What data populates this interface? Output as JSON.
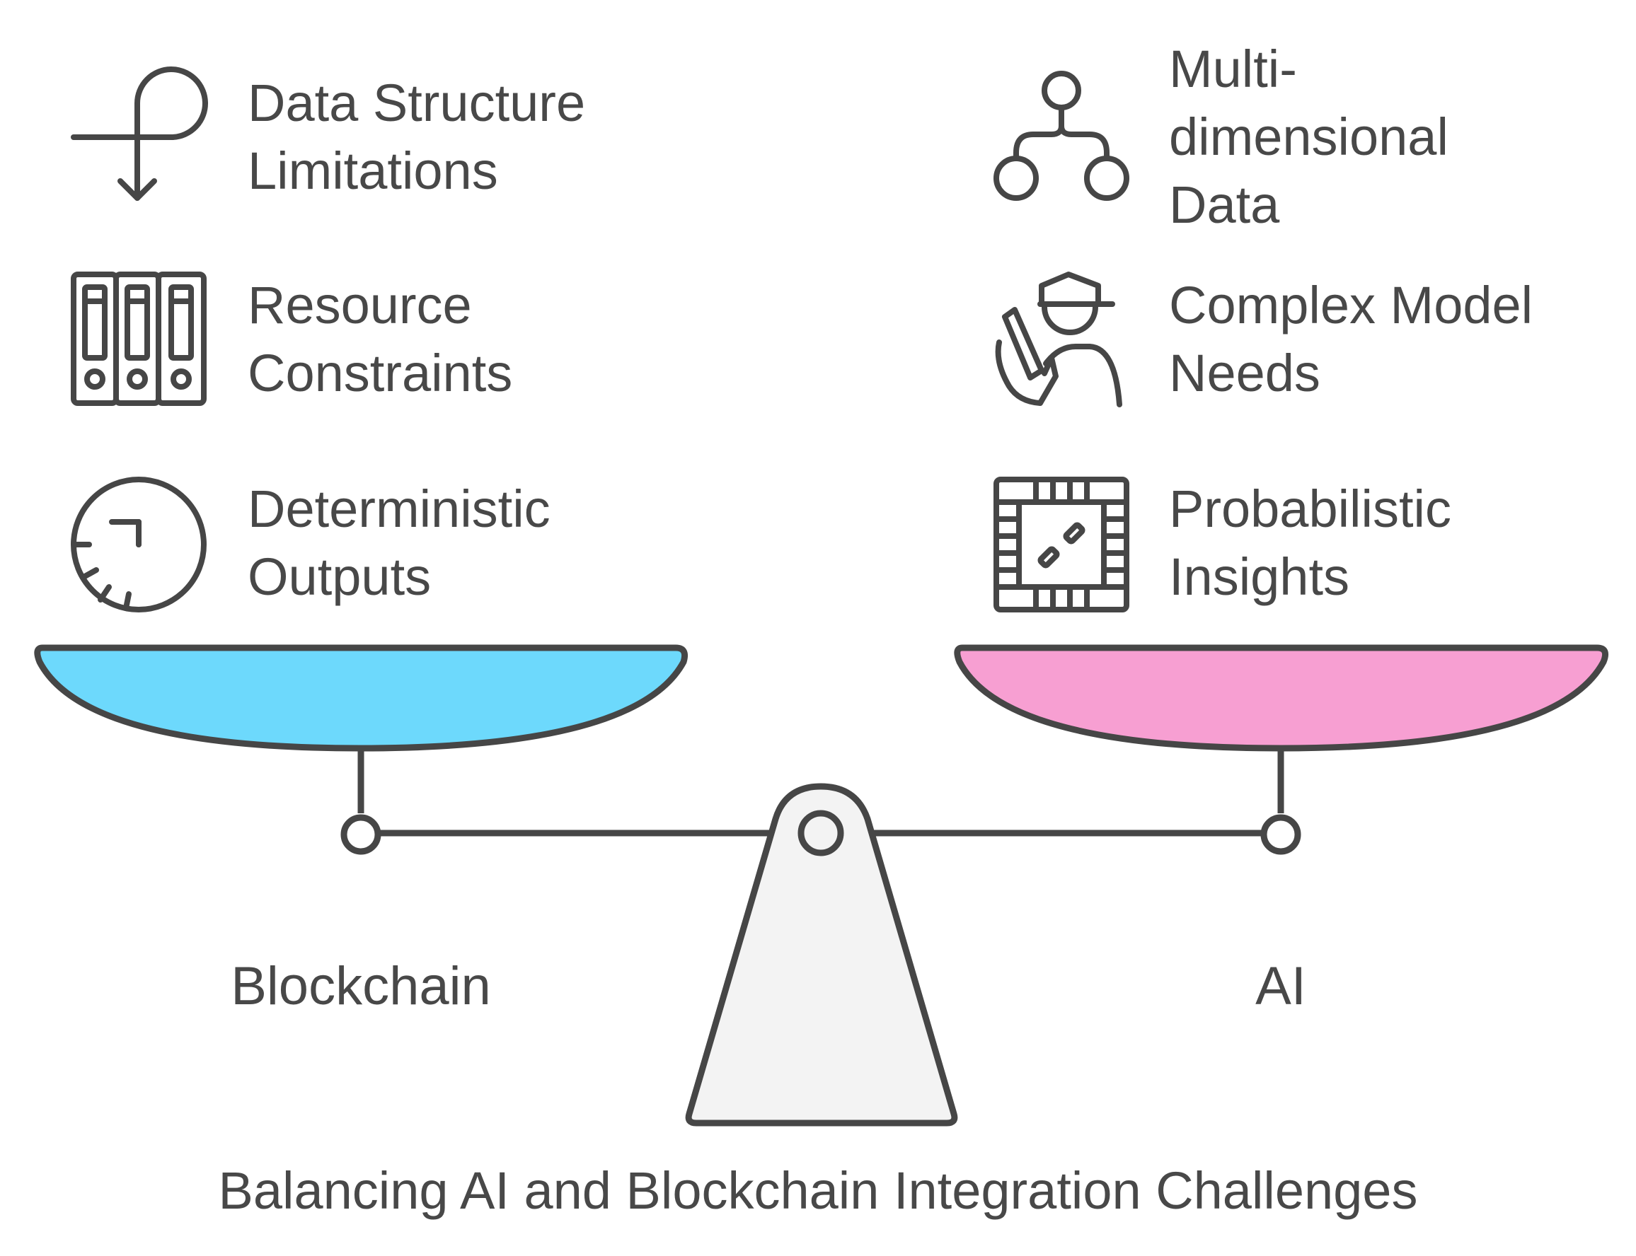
{
  "title": "Balancing AI and Blockchain Integration Challenges",
  "left_side": {
    "label": "Blockchain",
    "pan_color": "#6DD9FC",
    "items": [
      {
        "lines": [
          "Data Structure",
          "Limitations"
        ],
        "icon": "loop-arrow-icon"
      },
      {
        "lines": [
          "Resource",
          "Constraints"
        ],
        "icon": "binders-icon"
      },
      {
        "lines": [
          "Deterministic",
          "Outputs"
        ],
        "icon": "clock-icon"
      }
    ]
  },
  "right_side": {
    "label": "AI",
    "pan_color": "#F79FD2",
    "items": [
      {
        "lines": [
          "Multi-",
          "dimensional",
          "Data"
        ],
        "icon": "hierarchy-icon"
      },
      {
        "lines": [
          "Complex Model",
          "Needs"
        ],
        "icon": "engineer-icon"
      },
      {
        "lines": [
          "Probabilistic",
          "Insights"
        ],
        "icon": "board-game-icon"
      }
    ]
  },
  "colors": {
    "stroke": "#464646",
    "fulcrum_fill": "#F3F3F3",
    "text": "#484848"
  }
}
